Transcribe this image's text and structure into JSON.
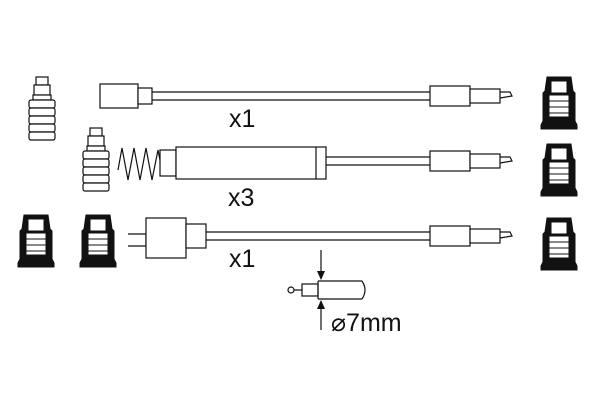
{
  "rows": [
    {
      "quantity_label": "x1"
    },
    {
      "quantity_label": "x3"
    },
    {
      "quantity_label": "x1"
    }
  ],
  "cable_spec": {
    "diameter_label": "⌀7mm"
  },
  "colors": {
    "line": "#111111",
    "fill_dark": "#111111",
    "background": "#ffffff"
  }
}
